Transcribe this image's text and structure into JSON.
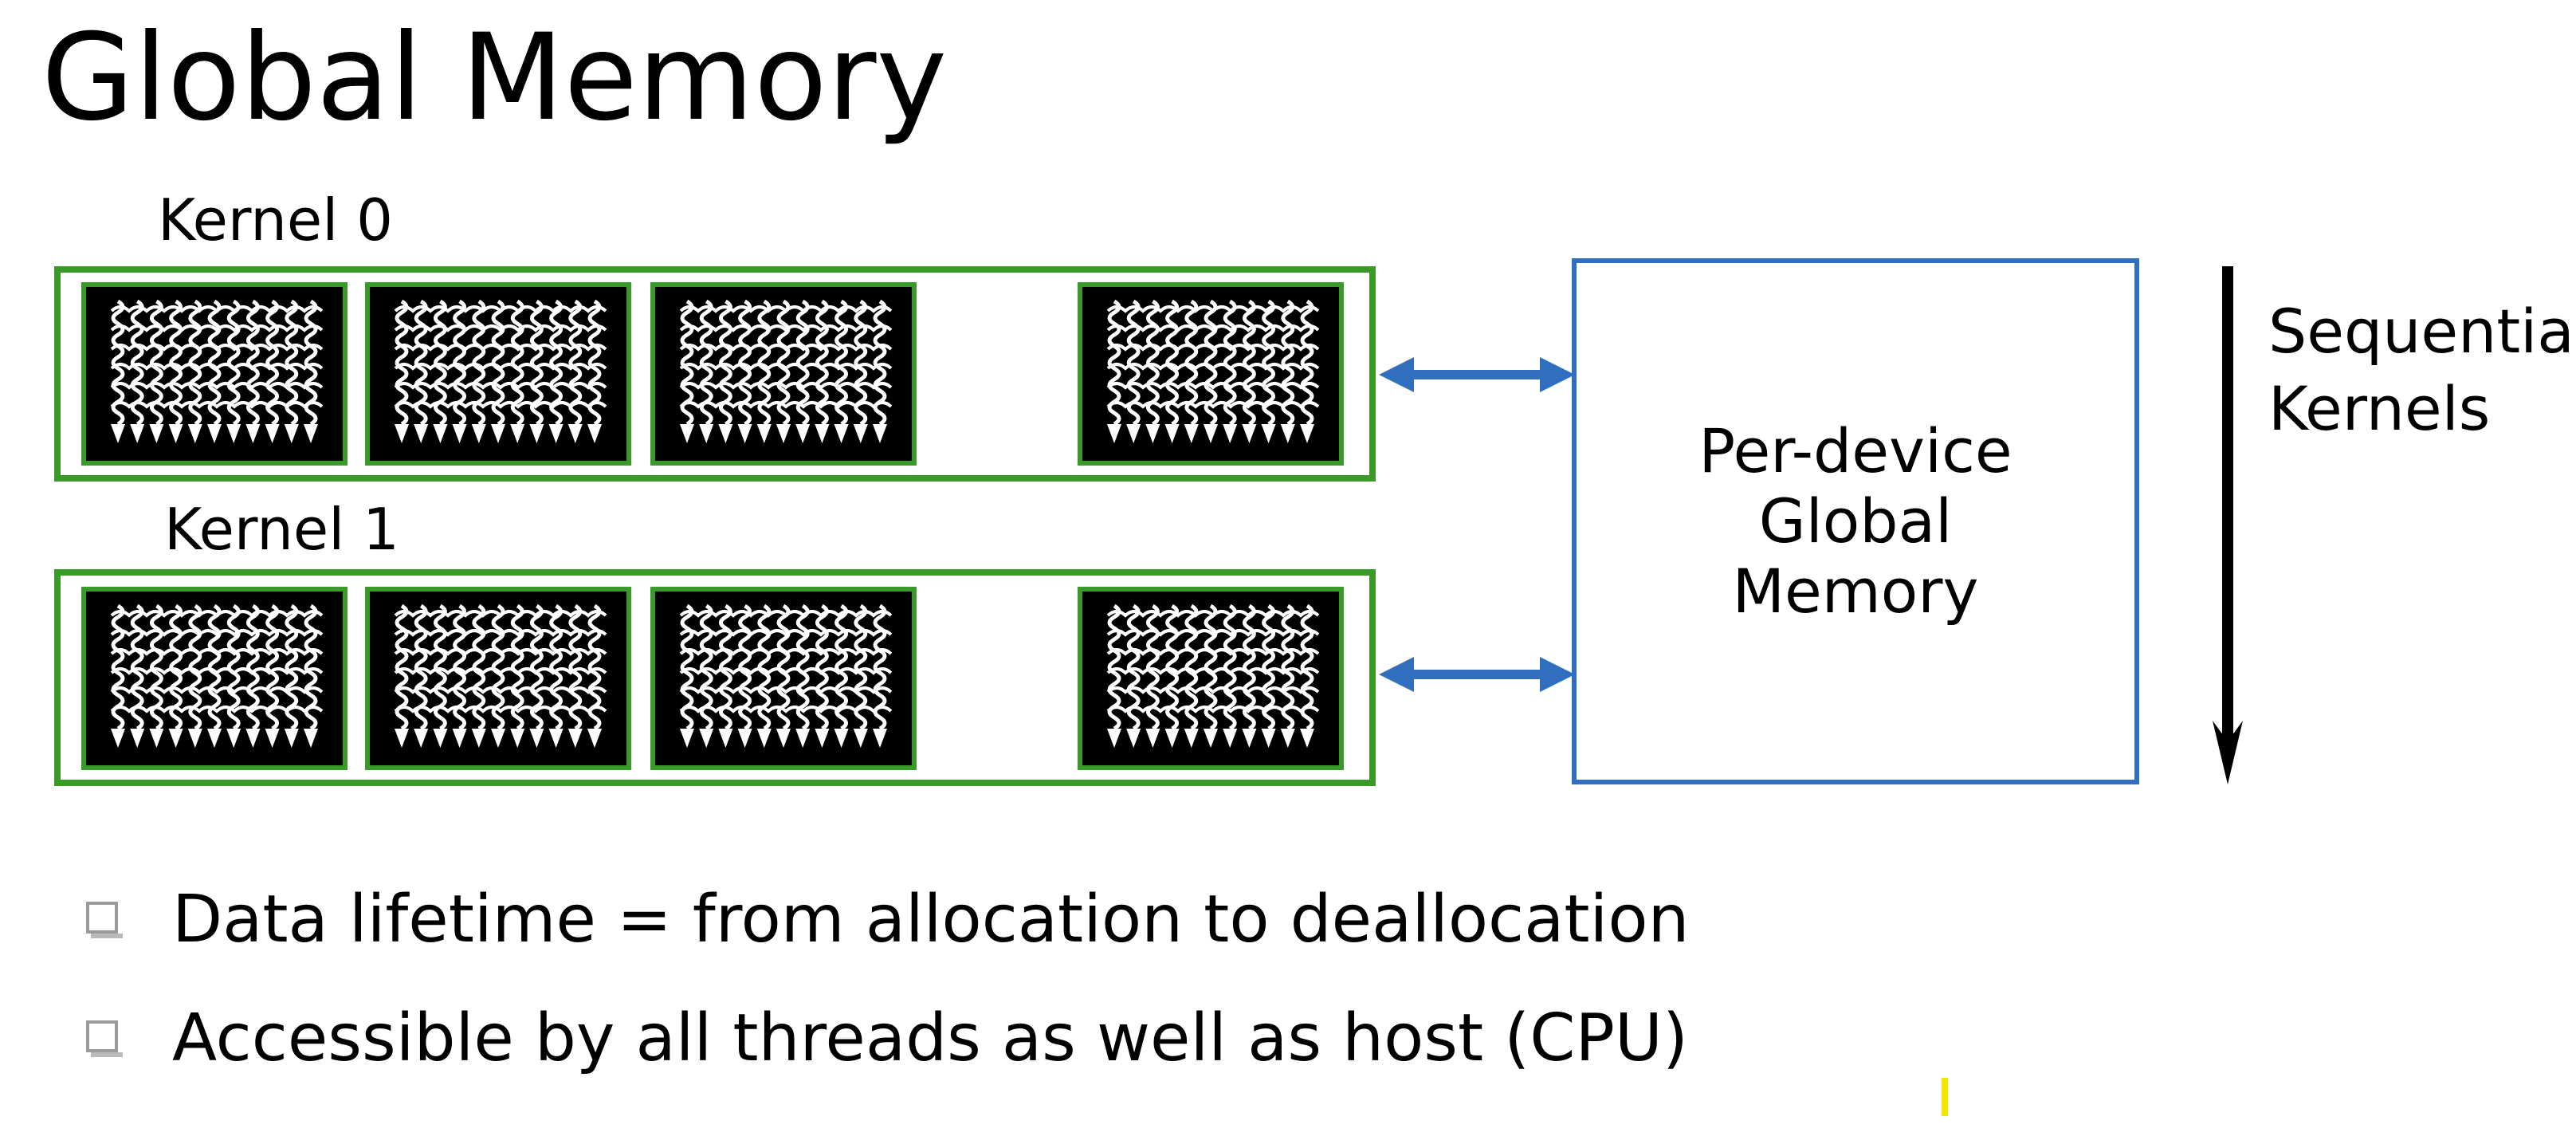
{
  "title": "Global Memory",
  "kernels": [
    {
      "label": "Kernel 0",
      "block_count": 4
    },
    {
      "label": "Kernel 1",
      "block_count": 4
    }
  ],
  "global_memory": {
    "lines": [
      "Per-device",
      "Global",
      "Memory"
    ]
  },
  "sequential": {
    "lines": [
      "Sequential",
      "Kernels"
    ]
  },
  "bullets": [
    "Data lifetime = from allocation to deallocation",
    "Accessible by all threads as well as host (CPU)"
  ],
  "colors": {
    "kernel_border": "#3a9a28",
    "memory_border": "#2f6fbd",
    "arrow": "#2f6fbd",
    "block_fill": "#000000",
    "thread_stroke": "#ffffff"
  },
  "icons": {
    "thread_block": "wavy-threads-icon",
    "bullet": "checkbox-square-icon",
    "sequence": "down-arrow-icon",
    "link": "double-arrow-icon"
  }
}
